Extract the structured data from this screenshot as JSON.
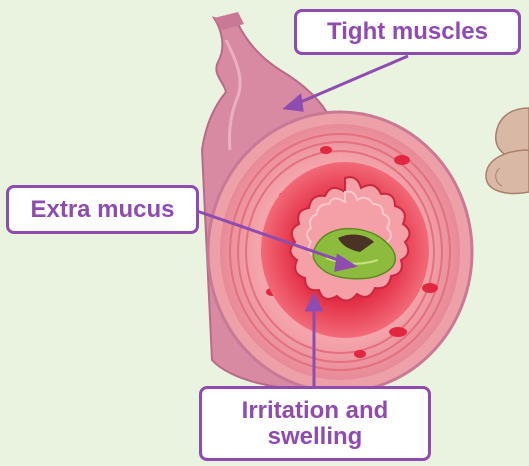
{
  "labels": {
    "tight_muscles": "Tight muscles",
    "extra_mucus": "Extra mucus",
    "irritation_swelling": "Irritation and\nswelling"
  },
  "colors": {
    "background": "#eaf3df",
    "callout_border": "#8e4cb0",
    "callout_text": "#8e4cb0",
    "airway_outer": "#d88aa2",
    "airway_wall": "#eea0a8",
    "inflamed_tissue": "#e8324a",
    "lining_folds": "#f4a0a6",
    "mucus": "#8dbb3e"
  }
}
